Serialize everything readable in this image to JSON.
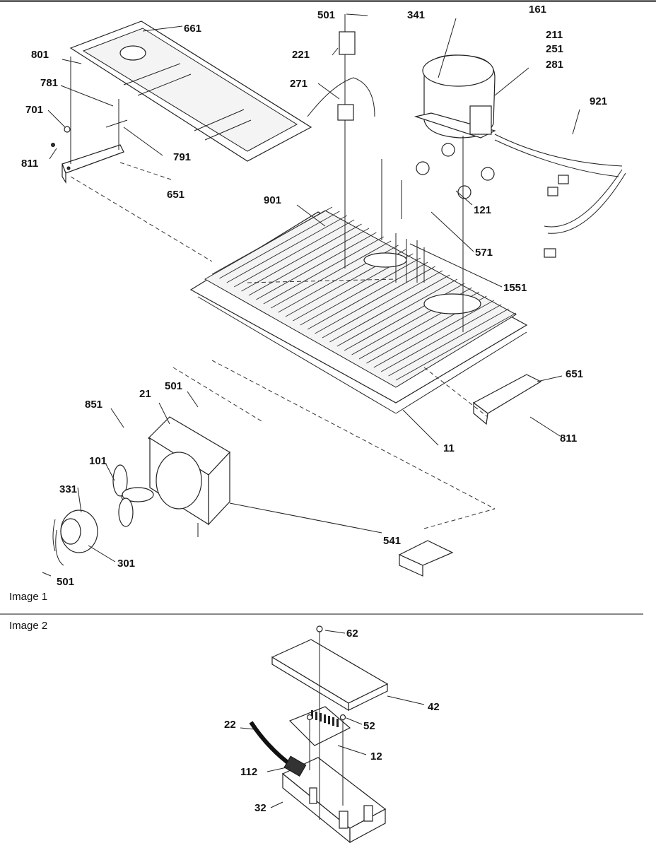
{
  "image1": {
    "caption": "Image 1",
    "callouts": [
      "501",
      "161",
      "341",
      "211",
      "251",
      "281",
      "661",
      "801",
      "221",
      "781",
      "271",
      "701",
      "921",
      "811",
      "791",
      "651",
      "121",
      "901",
      "571",
      "1551",
      "651",
      "21",
      "501",
      "851",
      "811",
      "11",
      "101",
      "331",
      "541",
      "301",
      "501"
    ]
  },
  "image2": {
    "caption": "Image 2",
    "callouts": [
      "62",
      "42",
      "52",
      "22",
      "12",
      "112",
      "32"
    ]
  }
}
